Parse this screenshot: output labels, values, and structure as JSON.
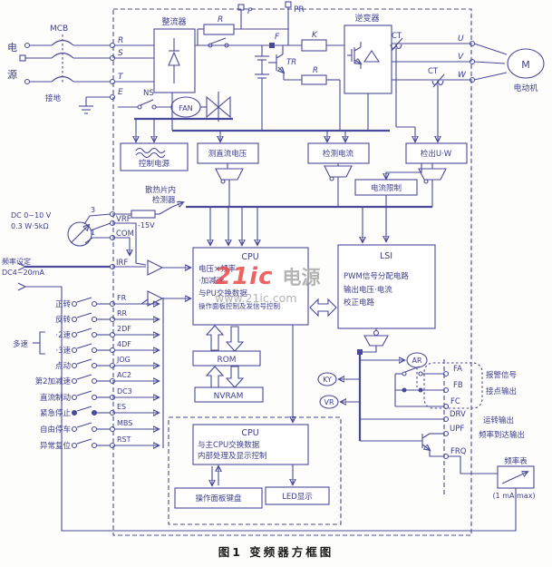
{
  "colors": {
    "line": "#4a4a99",
    "text": "#3c3c8f",
    "watermark_red": "#e84b4b",
    "watermark_gray": "#a8a8a8"
  },
  "watermark": {
    "brand": "21ic",
    "word": "电源",
    "url": "www.21ic.com"
  },
  "caption": "图1  变频器方框图",
  "supply": {
    "line1": "电",
    "line2": "源",
    "breaker": "MCB",
    "ground": "接地",
    "t_r": "R",
    "t_s": "S",
    "t_t": "T",
    "t_e": "E"
  },
  "topline": {
    "rectifier": "整流器",
    "brake_r": "R",
    "p": "P",
    "pr": "PR",
    "f": "F",
    "k": "K",
    "tr": "TR",
    "r2": "R",
    "ns": "NS",
    "fan": "FAN",
    "inverter": "逆变器",
    "ct1": "CT",
    "ct2": "CT",
    "u": "U",
    "v": "V",
    "w": "W",
    "m": "M",
    "motor": "电动机"
  },
  "row2": {
    "control_power": "控制电源",
    "dc_volt": "测直流电压",
    "cur_det": "检测电流",
    "uw_det": "检出U·W",
    "cur_limit": "电流限制"
  },
  "thermal": {
    "l1": "散热片内",
    "l2": "检测器",
    "supply": "-15V"
  },
  "pot": {
    "l1": "DC 0~10 V",
    "l2": "0.3 W·5kΩ",
    "p3": "3",
    "p1": "1"
  },
  "analog": {
    "vrf": "VRF",
    "com": "COM",
    "irf": "IRF",
    "cur1": "频率设定",
    "cur2": "DC4~20mA"
  },
  "multi_speed": "多速",
  "inputs": [
    {
      "label": "正转",
      "t": "FR"
    },
    {
      "label": "反转",
      "t": "RR"
    },
    {
      "label": "·2速",
      "t": "2DF"
    },
    {
      "label": "·3速",
      "t": "4DF"
    },
    {
      "label": "点动",
      "t": "JOG"
    },
    {
      "label": "第2加减速",
      "t": "AC2"
    },
    {
      "label": "直流制动",
      "t": "DC3"
    },
    {
      "label": "紧急停止",
      "t": "ES"
    },
    {
      "label": "自由停车",
      "t": "MBS"
    },
    {
      "label": "异常复位",
      "t": "RST"
    }
  ],
  "cpu": {
    "title": "CPU",
    "l1": "电压×频率",
    "l2": "·加减速",
    "l3": "与PU交换数据",
    "l4": "操作面板控制及发信号控制"
  },
  "lsi": {
    "title": "LSI",
    "l1": "PWM信号分配电路",
    "l2": "输出电压·电流",
    "l3": "校正电路"
  },
  "memory": {
    "rom": "ROM",
    "nvram": "NVRAM"
  },
  "relays": {
    "ar": "AR",
    "ky": "KY",
    "vr": "VR"
  },
  "outputs": {
    "fa": "FA",
    "fb": "FB",
    "fc": "FC",
    "drv": "DRV",
    "upf": "UPF",
    "frq": "FRQ",
    "alarm1": "报警信号",
    "alarm2": "接点输出",
    "run": "运转输出",
    "upf_label": "频率到达输出"
  },
  "meter": {
    "name": "频率表",
    "range": "(1 mA max)"
  },
  "panel": {
    "title": "CPU",
    "l1": "与主CPU交换数据",
    "l2": "内部处理及显示控制",
    "keyboard": "操作面板键盘",
    "led": "LED显示"
  }
}
